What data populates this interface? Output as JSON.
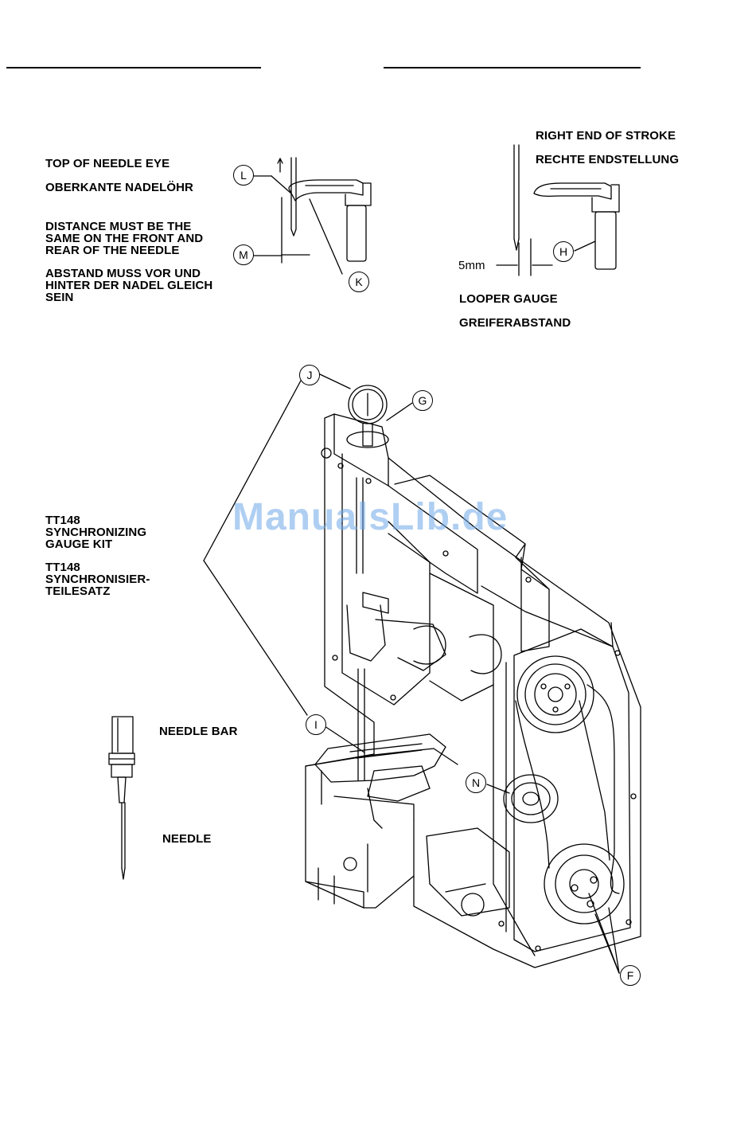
{
  "detail_left": {
    "top_of_needle_eye": "TOP OF NEEDLE EYE",
    "oberkante_nadeloehr": "OBERKANTE NADELÖHR",
    "distance_text": "DISTANCE MUST BE THE\nSAME ON THE FRONT AND\nREAR OF THE NEEDLE",
    "abstand_text": "ABSTAND MUSS VOR UND\nHINTER DER NADEL GLEICH\nSEIN",
    "callout_l": "L",
    "callout_m": "M",
    "callout_k": "K"
  },
  "detail_right": {
    "right_end_of_stroke": "RIGHT END OF STROKE",
    "rechte_endstellung": "RECHTE ENDSTELLUNG",
    "dimension_5mm": "5mm",
    "looper_gauge": "LOOPER GAUGE",
    "greiferabstand": "GREIFERABSTAND",
    "callout_h": "H"
  },
  "main": {
    "kit_en": "TT148\nSYNCHRONIZING\nGAUGE KIT",
    "kit_de": "TT148\nSYNCHRONISIER-\nTEILESATZ",
    "needle_bar": "NEEDLE BAR",
    "needle": "NEEDLE",
    "callout_j": "J",
    "callout_g": "G",
    "callout_i": "I",
    "callout_n": "N",
    "callout_f": "F"
  },
  "watermark": "ManualsLib.de"
}
